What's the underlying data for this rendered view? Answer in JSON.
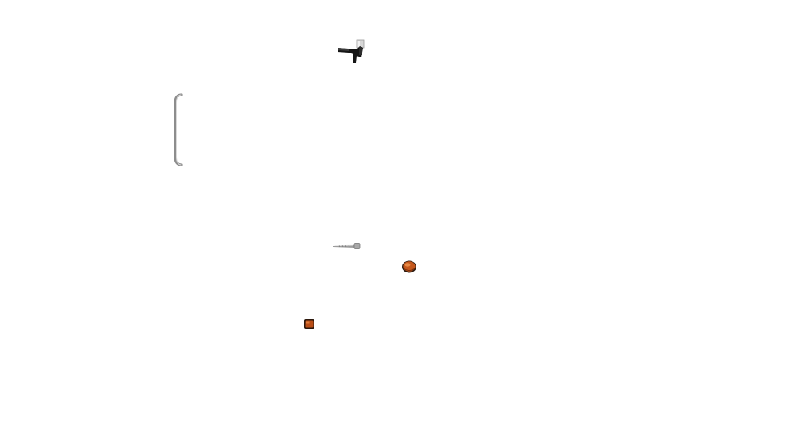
{
  "scene": {
    "background": "#ffffff",
    "parts": [
      {
        "id": "bracket",
        "name": "mounting-bracket-icon",
        "color": "#1a1a1a",
        "accent": "#d8d8d8"
      },
      {
        "id": "handle",
        "name": "grab-handle-icon",
        "color": "#9a9a9a"
      },
      {
        "id": "screw",
        "name": "screw-icon",
        "color": "#a0a0a0"
      },
      {
        "id": "lamp-round",
        "name": "amber-marker-lamp-round-icon",
        "color": "#c0561b"
      },
      {
        "id": "lamp-square",
        "name": "amber-marker-lamp-square-icon",
        "color": "#b94d16"
      }
    ]
  }
}
